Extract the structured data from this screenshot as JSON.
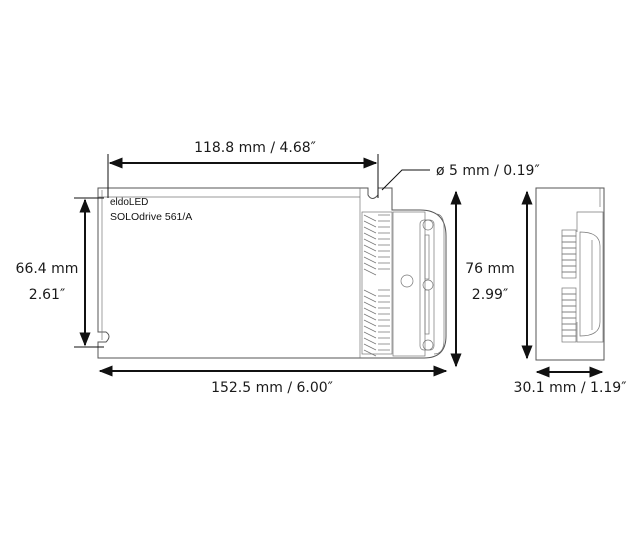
{
  "product": {
    "brand": "eldoLED",
    "model": "SOLOdrive 561/A"
  },
  "dimensions": {
    "mounting_length": "118.8 mm / 4.68″",
    "hole_diameter": "ø 5 mm / 0.19″",
    "mounting_height_mm": "66.4 mm",
    "mounting_height_in": "2.61″",
    "height_mm": "76 mm",
    "height_in": "2.99″",
    "length": "152.5 mm / 6.00″",
    "depth": "30.1 mm / 1.19″"
  }
}
